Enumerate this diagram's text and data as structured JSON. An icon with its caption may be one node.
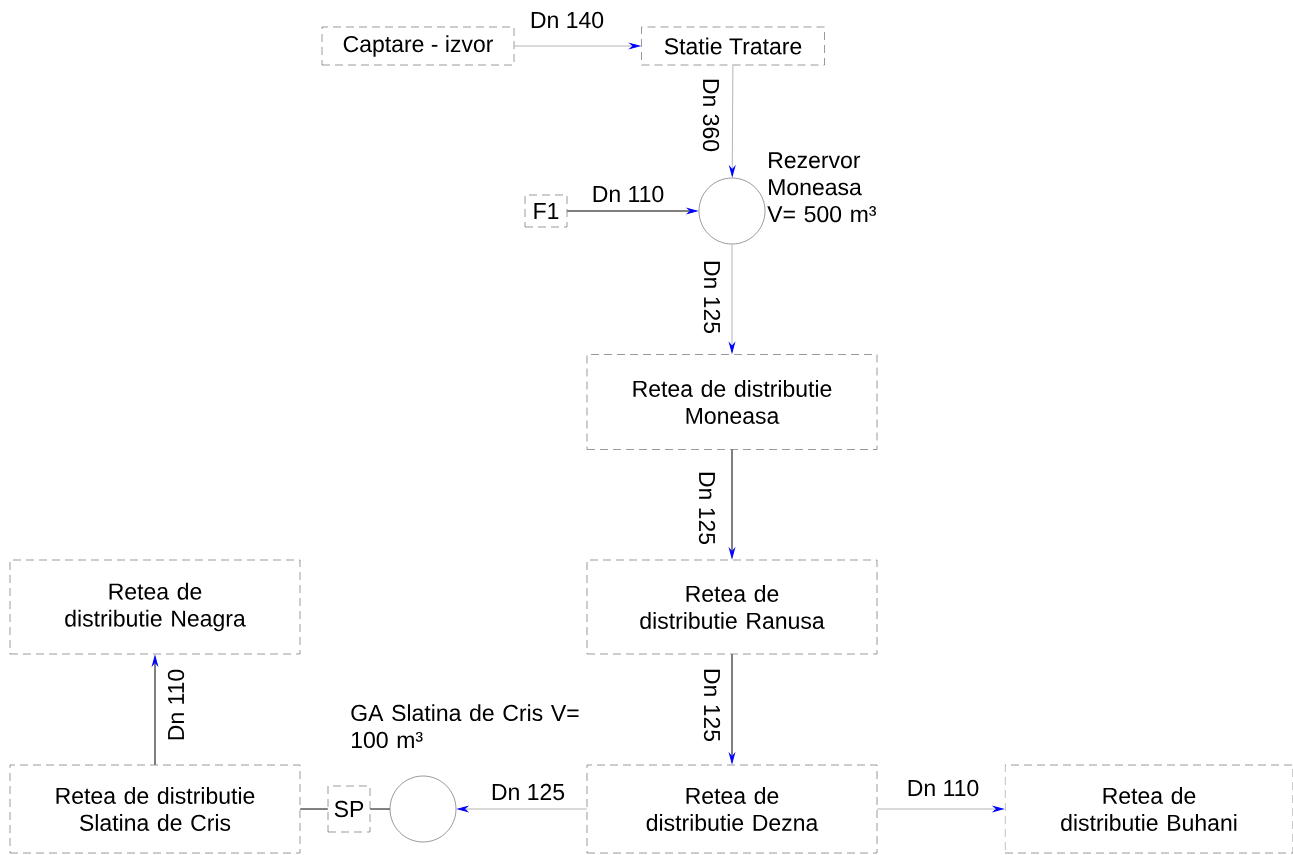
{
  "diagram": {
    "nodes": [
      {
        "text": [
          "Captare - izvor"
        ]
      },
      {
        "text": [
          "Statie Tratare"
        ]
      },
      {
        "text": [
          "F1"
        ]
      },
      {
        "text": [],
        "shape": "circle",
        "beside": [
          "Rezervor Moneasa V= 500 m³"
        ]
      },
      {
        "text": [
          "Retea de distributie Moneasa"
        ]
      },
      {
        "text": [
          "Retea de distributie Neagra"
        ]
      },
      {
        "text": [
          "Retea de distributie Ranusa"
        ]
      },
      {
        "text": [
          "Retea de distributie Slatina de Cris"
        ]
      },
      {
        "text": [
          "SP"
        ]
      },
      {
        "text": [],
        "shape": "circle",
        "beside": [
          "GA Slatina de Cris V= 100 m³"
        ]
      },
      {
        "text": [
          "Retea de distributie Dezna"
        ]
      },
      {
        "text": [
          "Retea de distributie Buhani"
        ]
      }
    ],
    "edges": [
      {
        "from": 0,
        "to": 1,
        "arrow": "to",
        "label": "Dn 140",
        "color": "#b4b4b4"
      },
      {
        "from": 1,
        "to": 3,
        "arrow": "to",
        "label": "Dn 360",
        "color": "#b4b4b4"
      },
      {
        "from": 2,
        "to": 3,
        "arrow": "to",
        "label": "Dn 110"
      },
      {
        "from": 3,
        "to": 4,
        "arrow": "to",
        "label": "Dn 125",
        "color": "#b4b4b4"
      },
      {
        "from": 4,
        "to": 6,
        "arrow": "to",
        "label": "Dn 125"
      },
      {
        "from": 6,
        "to": 10,
        "arrow": "to",
        "label": "Dn 125"
      },
      {
        "from": 7,
        "to": 5,
        "arrow": "to",
        "label": "Dn 110"
      },
      {
        "from": 10,
        "to": 9,
        "arrow": "to",
        "label": "Dn 125",
        "color": "#b4b4b4"
      },
      {
        "from": 10,
        "to": 11,
        "arrow": "to",
        "label": "Dn 110",
        "color": "#b4b4b4"
      },
      {
        "from": 7,
        "to": 8,
        "arrow": "none"
      },
      {
        "from": 8,
        "to": 9,
        "arrow": "none"
      }
    ]
  }
}
